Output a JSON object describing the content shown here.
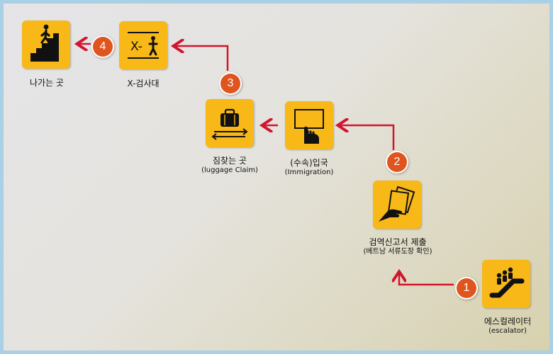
{
  "colors": {
    "tile": "#f8b818",
    "arrow": "#d2142e",
    "badge": "#e0541e",
    "icon": "#111111"
  },
  "steps": [
    {
      "number": "1",
      "title": "에스컬레이터",
      "subtitle": "(escalator)",
      "icon": "escalator-icon"
    },
    {
      "number": "2",
      "title": "검역신고서 제출",
      "subtitle": "(베트남 서류도장 확인)",
      "icon": "document-hand-icon"
    },
    {
      "number": "",
      "title": "(수속)입국",
      "subtitle": "(Immigration)",
      "icon": "immigration-icon"
    },
    {
      "number": "3",
      "title": "짐찾는 곳",
      "subtitle": "(luggage Claim)",
      "icon": "baggage-claim-icon"
    },
    {
      "number": "4",
      "title": "X-검사대",
      "subtitle": "",
      "icon": "xray-inspection-icon",
      "icon_text": "X-"
    },
    {
      "number": "",
      "title": "나가는 곳",
      "subtitle": "",
      "icon": "exit-stairs-icon"
    }
  ]
}
